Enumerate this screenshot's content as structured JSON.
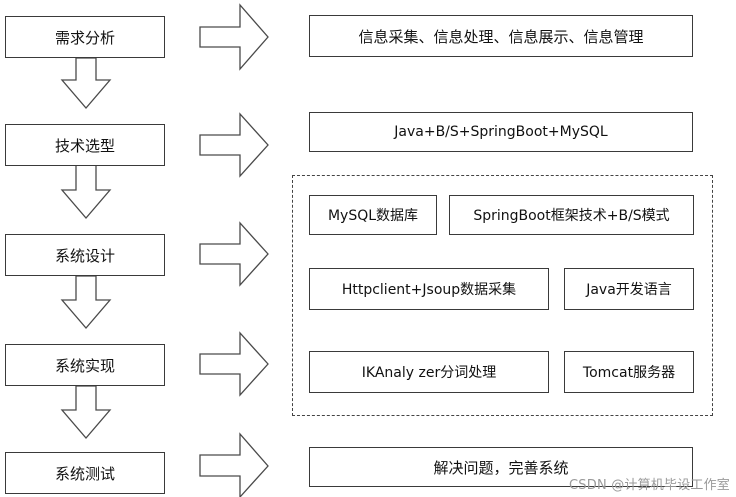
{
  "steps": [
    {
      "label": "需求分析"
    },
    {
      "label": "技术选型"
    },
    {
      "label": "系统设计"
    },
    {
      "label": "系统实现"
    },
    {
      "label": "系统测试"
    }
  ],
  "outcomes": {
    "requirements": "信息采集、信息处理、信息展示、信息管理",
    "tech_selection": "Java+B/S+SpringBoot+MySQL",
    "testing": "解决问题，完善系统"
  },
  "design_group": {
    "items": [
      "MySQL数据库",
      "SpringBoot框架技术+B/S模式",
      "Httpclient+Jsoup数据采集",
      "Java开发语言",
      "IKAnaly zer分词处理",
      "Tomcat服务器"
    ]
  },
  "watermark": "CSDN @计算机毕设工作室",
  "colors": {
    "line": "#3a3a3a",
    "background": "#ffffff",
    "watermark": "#9a9a9a"
  }
}
